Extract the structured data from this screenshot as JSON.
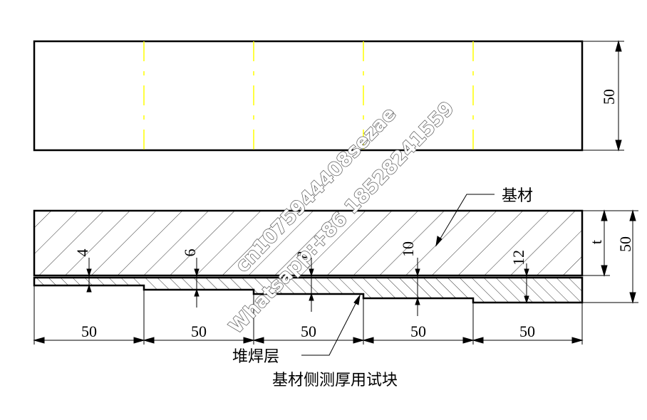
{
  "top_view": {
    "height_dim": "50"
  },
  "section": {
    "thickness_symbol": "t",
    "height_dim": "50",
    "weld_depths": [
      "4",
      "6",
      "8",
      "10",
      "12"
    ],
    "segment_widths": [
      "50",
      "50",
      "50",
      "50",
      "50"
    ]
  },
  "labels": {
    "base_metal": "基材",
    "overlay_layer": "堆焊层",
    "caption": "基材侧测厚用试块"
  },
  "watermark": {
    "line1": "cn1075944408sezae",
    "line2": "Whatsapp:+86 18528241559"
  },
  "colors": {
    "line": "#000000",
    "center_line": "#ffff00",
    "background": "#ffffff"
  }
}
